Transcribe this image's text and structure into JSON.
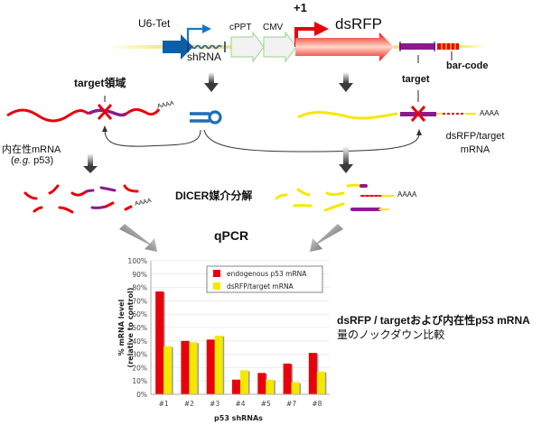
{
  "construct": {
    "u6_tet": "U6-Tet",
    "shrna": "shRNA",
    "cppt": "cPPT",
    "cmv": "CMV",
    "plus_one": "+1",
    "dsrfp": "dsRFP",
    "target": "target",
    "barcode": "bar-code"
  },
  "endogenous": {
    "target_region": "target領域",
    "polya": "AAAA",
    "label_line1": "内在性mRNA",
    "label_line2_prefix": "(",
    "label_line2_italic": "e.g.",
    "label_line2_suffix": " p53)"
  },
  "reporter": {
    "target": "target",
    "polya": "AAAA",
    "label_line1": "dsRFP/target",
    "label_line2": "mRNA"
  },
  "dicer": {
    "label": "DICER媒介分解",
    "polya_left": "AAAA",
    "polya_right": "AAAA"
  },
  "qpcr": {
    "label": "qPCR"
  },
  "caption": {
    "line1": "dsRFP / targetおよび内在性p53 mRNA",
    "line2": "量のノックダウン比較"
  },
  "colors": {
    "red": "#e8000b",
    "yellow": "#f5e800",
    "purple": "#8b1a8f",
    "blue": "#1a6fb5",
    "dark_blue": "#0e5fa6"
  },
  "chart_data": {
    "type": "bar",
    "title": "",
    "xlabel": "p53 shRNAs",
    "ylabel": "% mRNA level (relative to control)",
    "ylabel_line1": "% mRNA level",
    "ylabel_line2": "(relative to control)",
    "ylim": [
      0,
      100
    ],
    "yticks": [
      "0%",
      "10%",
      "20%",
      "30%",
      "40%",
      "50%",
      "60%",
      "70%",
      "80%",
      "90%",
      "100%"
    ],
    "grid": true,
    "legend_position": "top-right",
    "categories": [
      "#1",
      "#2",
      "#3",
      "#4",
      "#5",
      "#7",
      "#8"
    ],
    "series": [
      {
        "name": "endogenous p53 mRNA",
        "color": "#e8000b",
        "values": [
          77,
          40,
          41,
          11,
          16,
          23,
          31
        ]
      },
      {
        "name": "dsRFP/target mRNA",
        "color": "#f5e800",
        "values": [
          36,
          39,
          44,
          18,
          11,
          9,
          17
        ]
      }
    ]
  }
}
